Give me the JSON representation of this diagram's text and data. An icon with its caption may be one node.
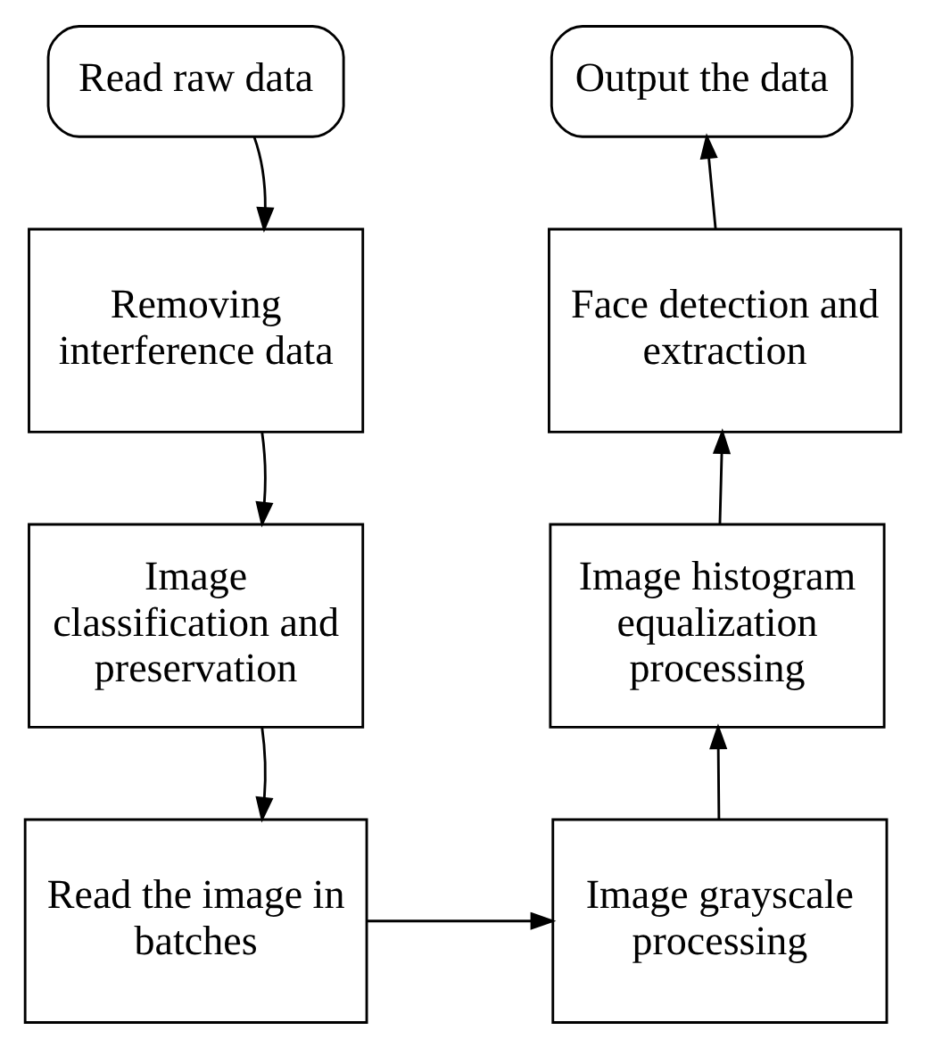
{
  "diagram": {
    "nodes": [
      {
        "text": [
          "Read raw data"
        ]
      },
      {
        "text": [
          "Removing interference data"
        ]
      },
      {
        "text": [
          "Image classification and preservation"
        ]
      },
      {
        "text": [
          "Read the image in batches"
        ]
      },
      {
        "text": [
          "Image grayscale processing"
        ]
      },
      {
        "text": [
          "Image histogram equalization processing"
        ]
      },
      {
        "text": [
          "Face detection and extraction"
        ]
      },
      {
        "text": [
          "Output the data"
        ]
      }
    ],
    "edges": [
      {
        "from": 0,
        "to": 1,
        "arrow": "to"
      },
      {
        "from": 1,
        "to": 2,
        "arrow": "to"
      },
      {
        "from": 2,
        "to": 3,
        "arrow": "to"
      },
      {
        "from": 3,
        "to": 4,
        "arrow": "to"
      },
      {
        "from": 4,
        "to": 5,
        "arrow": "to"
      },
      {
        "from": 5,
        "to": 6,
        "arrow": "to"
      },
      {
        "from": 6,
        "to": 7,
        "arrow": "to"
      }
    ]
  }
}
